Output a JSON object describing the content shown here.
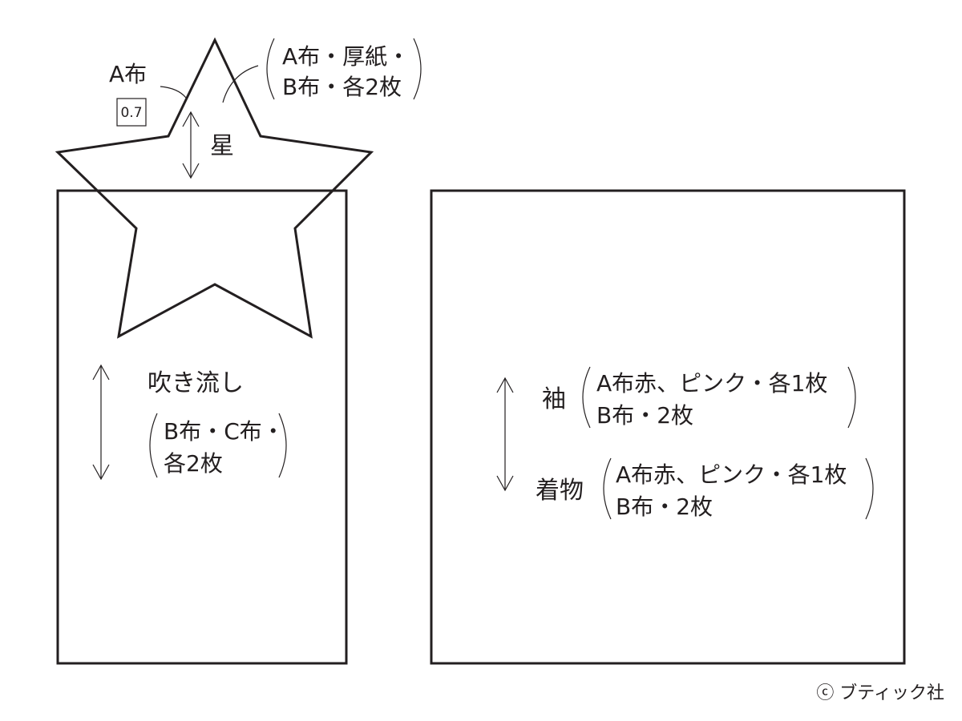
{
  "star": {
    "label": "星",
    "leader_label": "A布",
    "seam_allowance": "0.7",
    "materials_line1": "A布・厚紙・",
    "materials_line2": "B布・各2枚"
  },
  "streamer": {
    "label": "吹き流し",
    "materials_line1": "B布・C布・",
    "materials_line2": "各2枚"
  },
  "sleeve": {
    "label": "袖",
    "materials_line1": "A布赤、ピンク・各1枚",
    "materials_line2": "B布・2枚"
  },
  "kimono": {
    "label": "着物",
    "materials_line1": "A布赤、ピンク・各1枚",
    "materials_line2": "B布・2枚"
  },
  "copyright": "ⓒ ブティック社"
}
